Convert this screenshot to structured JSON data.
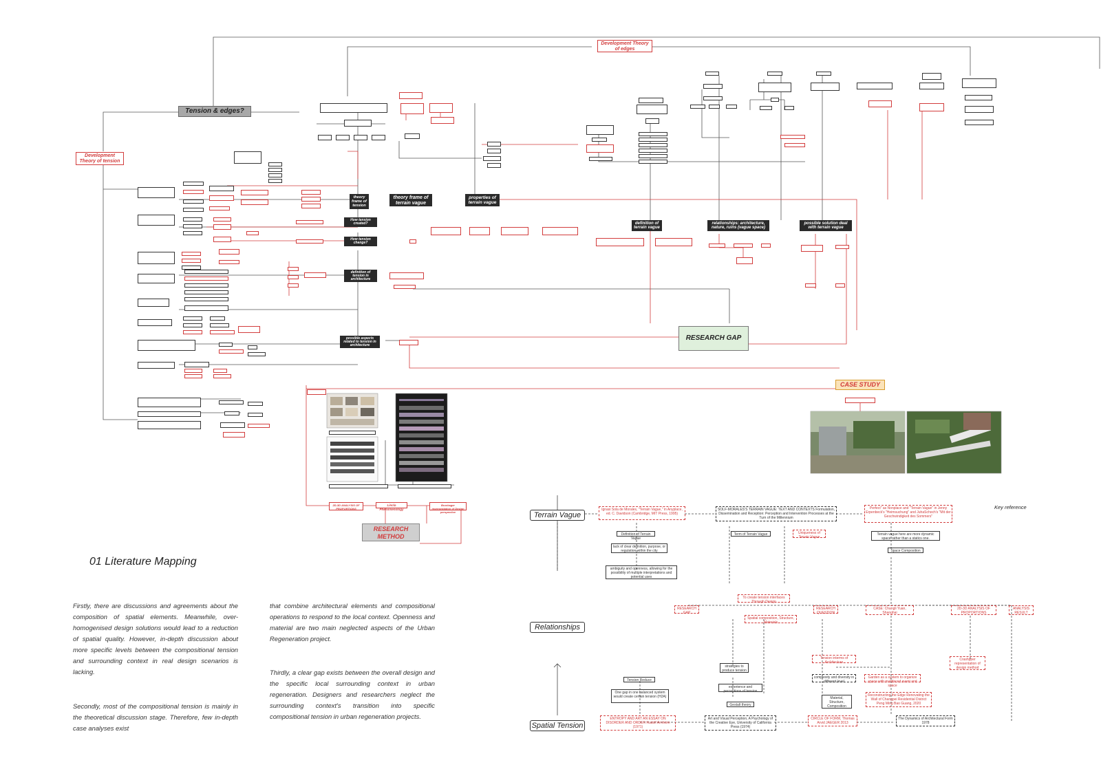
{
  "top_labels": {
    "dev_theory_edges": "Development Theory of edges",
    "tension_edges": "Tension & edges?",
    "dev_theory_tension": "Development Theory of tension"
  },
  "dark_nodes": {
    "theory_frame_tension": "theory frame of tension",
    "theory_frame_terrain": "theory frame of terrain vague",
    "properties_terrain": "properties of terrain vague",
    "how_created": "How tension created?",
    "how_change": "How tension change?",
    "definition_tension": "definition of tension in architecture",
    "possible_aspects": "possible aspects related to tension in architecture",
    "definition_terrain": "definition of terrain vague",
    "relationships": "relationships: architecture, nature, ruins (vague space)",
    "possible_solution": "possible solution deal with terrain vague"
  },
  "hubs": {
    "research_gap": "RESEARCH GAP",
    "case_study": "CASE STUDY",
    "research_method": "RESEARCH METHOD"
  },
  "method_nodes": {
    "analysis": "2D-3D ANALYSIS OF PROPORTIONS",
    "phenomenology": "Lincla Phenomenology",
    "bruchager": "Bruchager representation of Design perspective"
  },
  "section_title": "01 Literature Mapping",
  "paragraphs": {
    "p1": "Firstly, there are discussions and agreements about the composition of spatial elements. Meanwhile, over-homogenised design solutions would lead to a reduction of spatial quality. However, in-depth discussion about more specific levels between the compositional tension and surrounding context in real design scenarios is lacking.",
    "p2": "Secondly, most of the compositional tension is mainly in the theoretical discussion stage. Therefore, few in-depth case analyses exist",
    "p3": "that combine architectural elements and compositional operations to respond to the local context. Openness and material are two main neglected aspects of the Urban Regeneration project.",
    "p4": "Thirdly, a clear gap exists between the overall design and the specific local surrounding context in urban regeneration. Designers and researchers neglect the surrounding context's transition into specific compositional tension in urban regeneration projects."
  },
  "mind_map": {
    "row_terrain": "Terrain Vague",
    "row_relationships": "Relationships",
    "row_spatial": "Spatial Tension",
    "key_reference": "Key reference",
    "nodes": {
      "sola_morales": "Ignasi Sola de Morales, \"Terrain Vague,\" in Anyplace, ed. C. Davidson (Cambridge, MIT Press, 1995)",
      "solf_morales": "SOLF-MORALES'S TERRAIN VAGUE: TEXT AND CONTEXTS Formulation, Dissemination and Reception: Perception and Intervention Processes at the Turn of the Millennium",
      "perfect": "Perfect\" as Nonplace and \"Terrain Vague\" in Jenny Erpenbeck's \"Heimsuchung\" and JuhaSchoch's \"Mit der Geschwindigkeit des Sommers\"",
      "definition_terrain": "Definition of Terrain Vague",
      "lack_clear": "lack of clear definition, purpose, or regulation within the city",
      "ambiguity": "ambiguity and openness, allowing for the possibility of multiple interpretations and potential uses",
      "term_terrain": "Term of Terrain Vague",
      "uniqueness": "Uniqueness of Terrain Vague",
      "dynamic_space": "Terrain vague here are more dynamic space rather than a statics one.",
      "space_composition": "Space Composition",
      "design_interfaces": "To create tension interfaces Through Design",
      "research_gap": "RESEARCH GAP",
      "research_question": "RESEARCH QUESTION",
      "spatial_composition": "Spatial composition, Structure, Materials",
      "case_shanghai": "CASE: Changli Yuan, Shanghai",
      "analysis_proportions": "2D-3D ANALYSIS OF PROPORTIONS",
      "analysis_result": "ANALYSIS RESULT",
      "strategies": "strategies to produce tension",
      "tension_interms": "Tension interms of Architecture",
      "complexity": "complexity and diversity in different level",
      "garden_system": "Garden as a system to organize space with multifaced event and space",
      "crashpper": "Crashpper representation of design method",
      "experience": "experience and perceptions of tension",
      "gestalt": "Gestalt theory",
      "material_structure": "Material, Structure, Composition",
      "reconstructing": "Reconstructing the Edge Renovating the Wall of Changpei Residential District Peng Ming Bao Guang, 2020",
      "tension_reduce": "Tension Reduce",
      "one_gap": "One gap in one balanced system would create certain tension (H2A)",
      "entropy": "ENTROPY AND ART AN ESSAY ON DISORDER AND ORDER Rudolf Arnheim (1971)",
      "art_visual": "Art and Visual Perception, A Psychology of the Creative Eye, University of California Press (1974)",
      "circle_form": "CIRCLE OF FORM, Thomas Arvid JAEGER 2013",
      "dynamics_form": "The Dynamics of Architectural Form 1978"
    }
  },
  "colors": {
    "accent_red": "#d23b3b",
    "dark_node": "#2a2a2a",
    "research_gap_fill": "#dff0dc",
    "case_study_fill": "#fbe3b9",
    "tension_fill": "#a8a8a8"
  }
}
